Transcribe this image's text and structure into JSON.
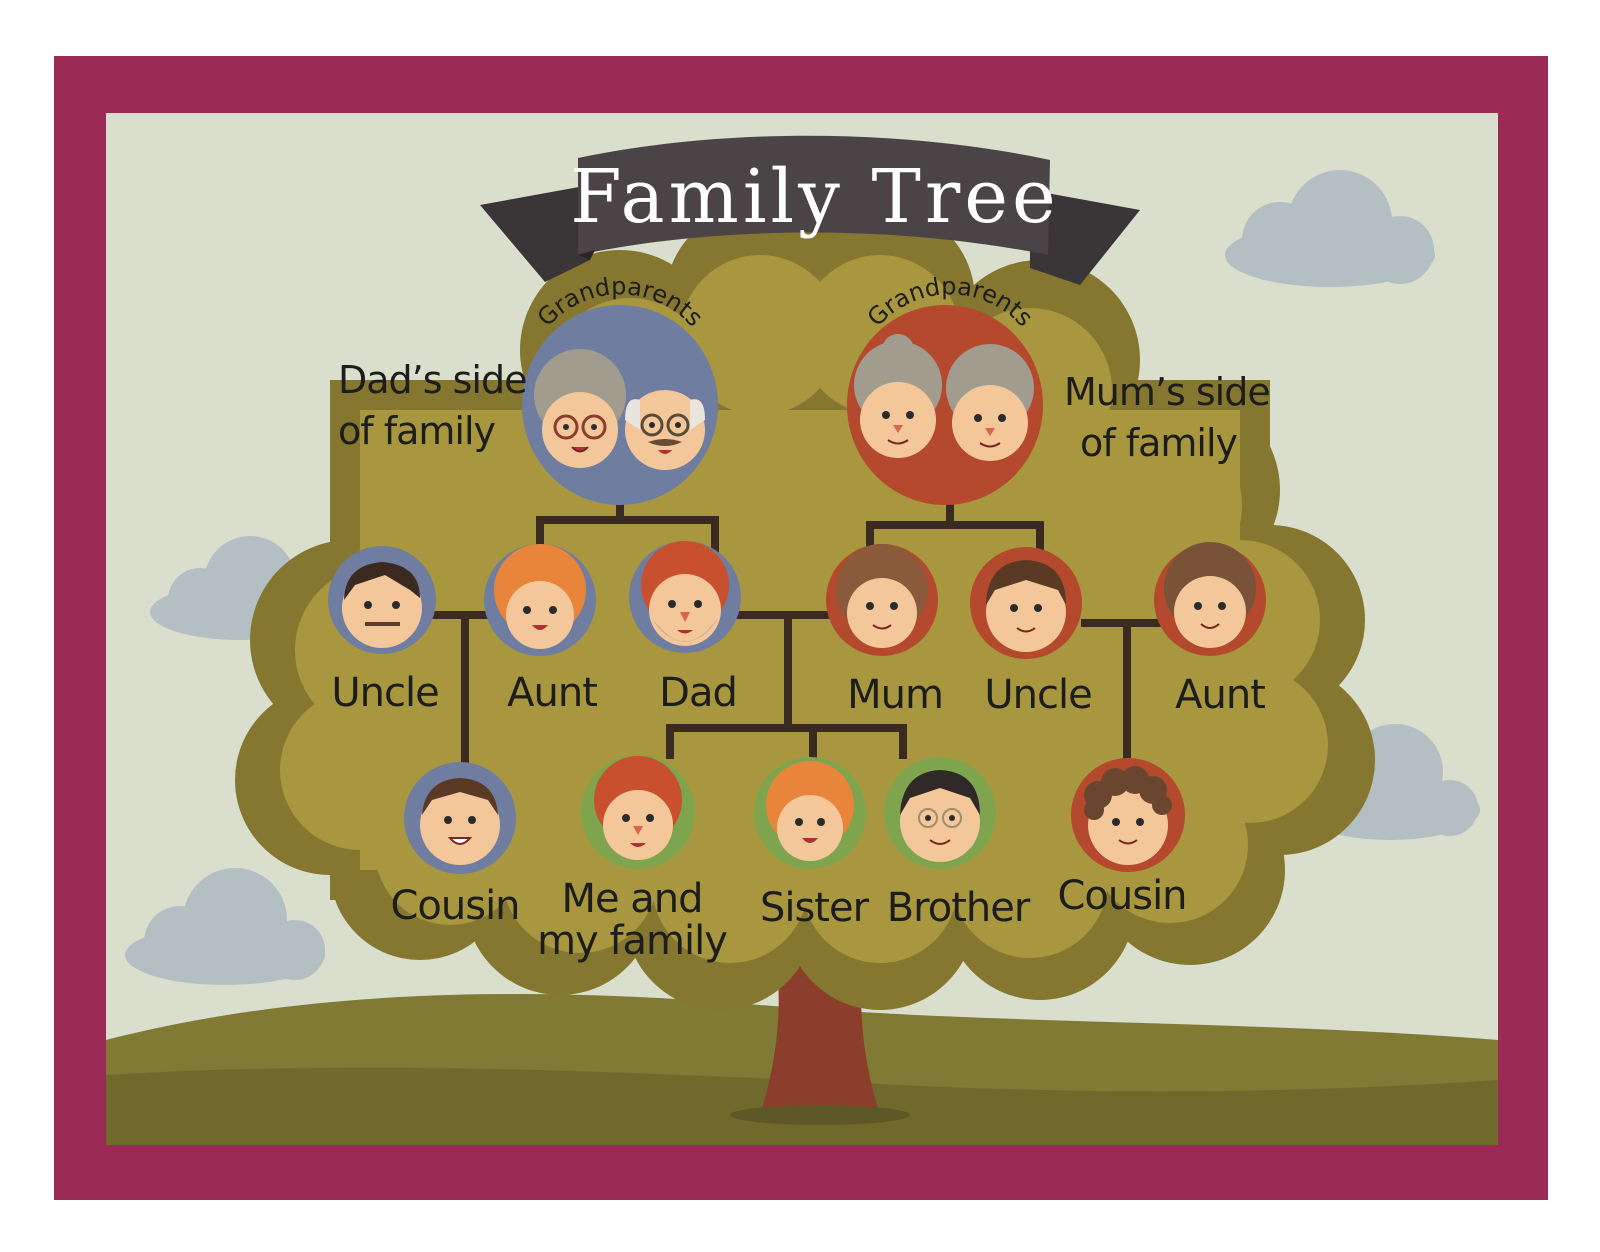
{
  "title": "Family Tree",
  "arc_label": "Grandparents",
  "dad_side": [
    "Dad’s side",
    "of family"
  ],
  "mum_side": [
    "Mum’s side",
    "of family"
  ],
  "members": {
    "uncle_dad": "Uncle",
    "aunt_dad": "Aunt",
    "dad": "Dad",
    "mum": "Mum",
    "uncle_mum": "Uncle",
    "aunt_mum": "Aunt",
    "cousin_dad": "Cousin",
    "me": [
      "Me and",
      "my family"
    ],
    "sister": "Sister",
    "brother": "Brother",
    "cousin_mum": "Cousin"
  },
  "colors": {
    "frame": "#9b2b55",
    "sky": "#d9dfcc",
    "cloud": "#b3bfc2",
    "ground": "#6f6a2c",
    "ground_back": "#807a34",
    "canopy_dark": "#857730",
    "canopy_light": "#a8973f",
    "trunk": "#8b3e2b",
    "branch": "#3b2a1f",
    "banner": "#4a4447",
    "dad_side": "#6e7da0",
    "mum_side": "#b4492d",
    "family": "#7ea54d"
  }
}
